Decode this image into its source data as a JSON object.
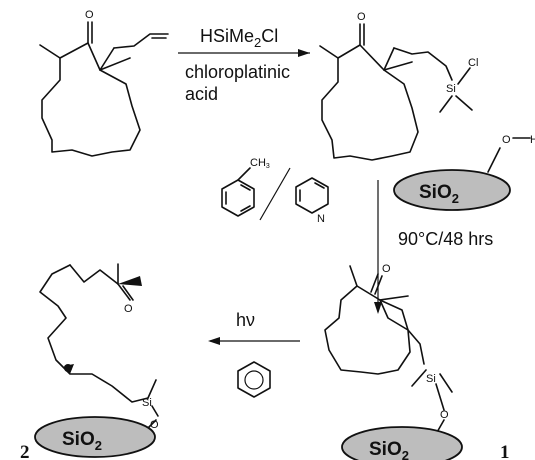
{
  "reactions": {
    "hydrosilylation": {
      "reagent_main": "HSiMe",
      "reagent_sub": "2",
      "reagent_tail": "Cl",
      "catalyst_line1": "chloroplatinic",
      "catalyst_line2": "acid"
    },
    "immobilization": {
      "conditions": "90°C/48 hrs",
      "toluene_label": "CH",
      "toluene_sub": "3",
      "pyridine_atom": "N"
    },
    "photolysis": {
      "light": "hν"
    }
  },
  "atoms": {
    "oxygen": "O",
    "silicon": "Si",
    "chlorine": "Cl",
    "hydrogen": "H"
  },
  "silica": {
    "main": "SiO",
    "sub": "2"
  },
  "compounds": {
    "product_1": "1",
    "product_2": "2"
  }
}
